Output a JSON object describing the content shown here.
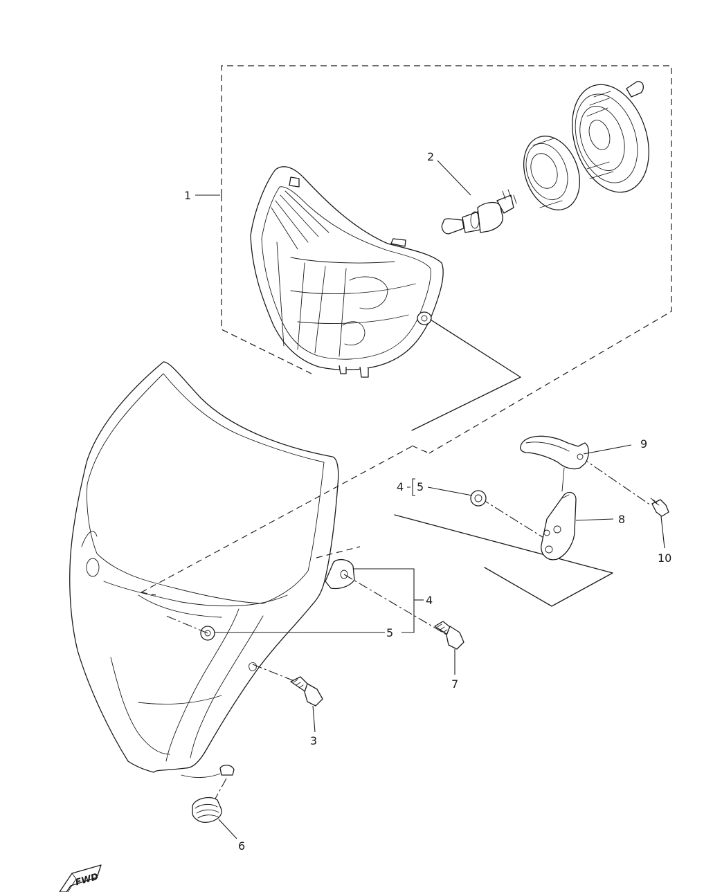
{
  "callouts": {
    "c1": "1",
    "c2": "2",
    "c3": "3",
    "c4_top": "4",
    "c5_top": "5",
    "c4_mid": "4",
    "c5_mid": "5",
    "c6": "6",
    "c7": "7",
    "c8": "8",
    "c9": "9",
    "c10": "10"
  },
  "direction_badge": {
    "text": "FWD"
  },
  "icons": {
    "direction": "forward-arrow-icon"
  }
}
